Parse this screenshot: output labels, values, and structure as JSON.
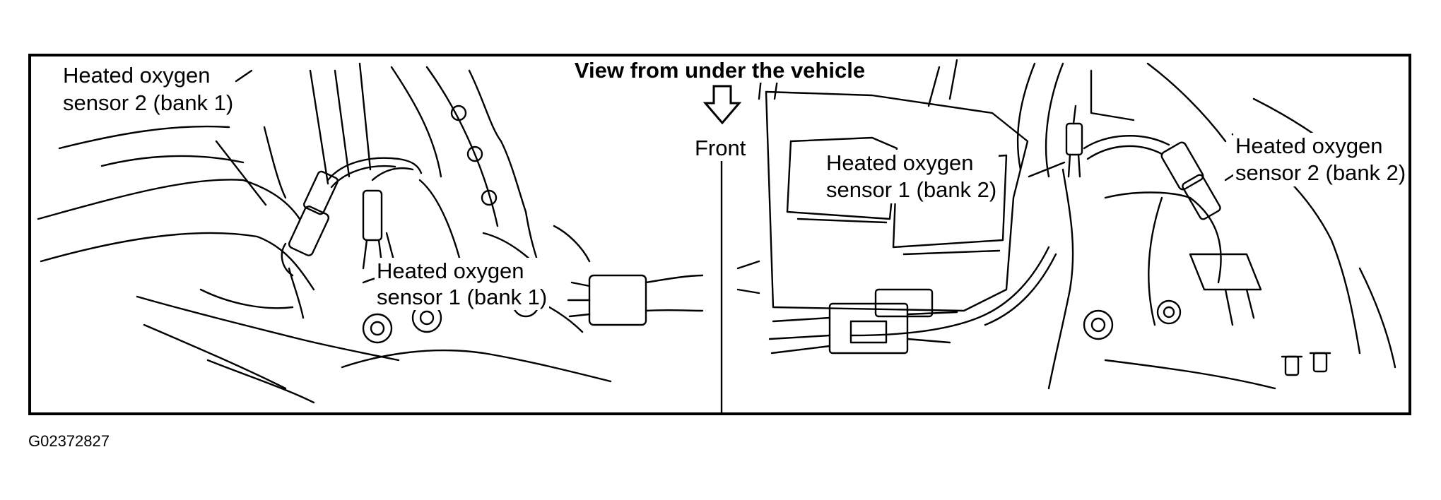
{
  "figure": {
    "view_title": "View from under the vehicle",
    "direction_label": "Front",
    "direction_icon": "down-arrow-icon",
    "callouts": [
      {
        "line1": "Heated oxygen",
        "line2": "sensor 2 (bank 1)"
      },
      {
        "line1": "Heated oxygen",
        "line2": "sensor 1 (bank 1)"
      },
      {
        "line1": "Heated oxygen",
        "line2": "sensor 1 (bank 2)"
      },
      {
        "line1": "Heated oxygen",
        "line2": "sensor 2 (bank 2)"
      }
    ],
    "figure_id": "G02372827"
  }
}
